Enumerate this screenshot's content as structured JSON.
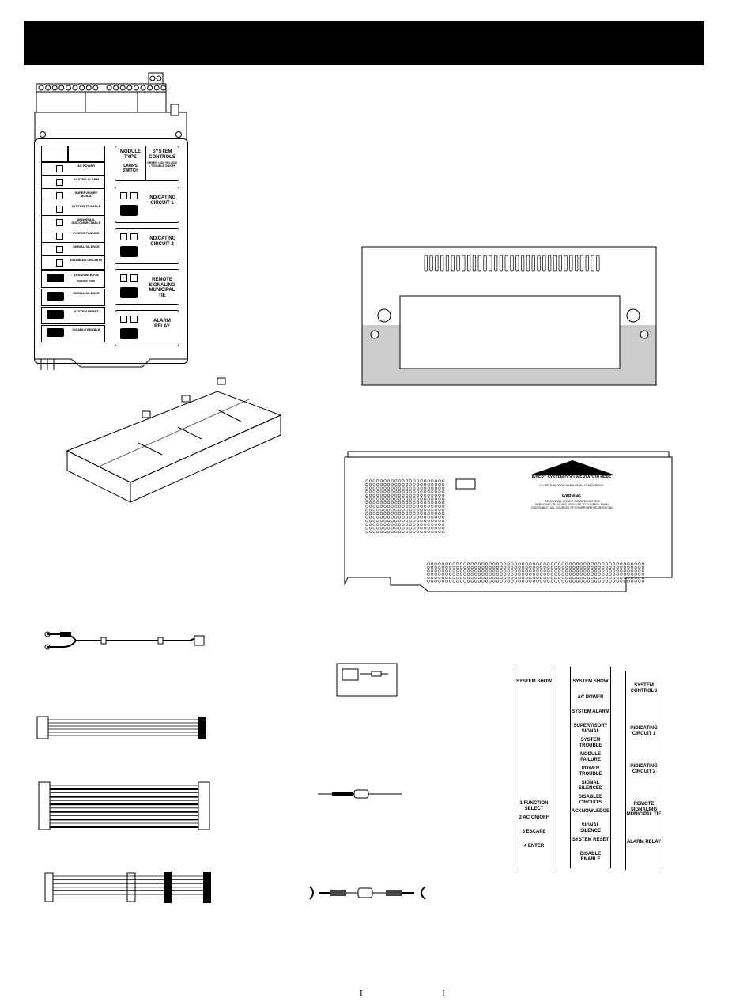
{
  "header": {
    "title": ""
  },
  "control_panel": {
    "lamp_rows": [
      {
        "label": "AC POWER",
        "kind": "lamp"
      },
      {
        "label": "SYSTEM ALARM",
        "kind": "lamp"
      },
      {
        "label": "SUPERVISORY SIGNAL",
        "kind": "lamp"
      },
      {
        "label": "SYSTEM TROUBLE",
        "kind": "lamp"
      },
      {
        "label": "ABNORMAL DISCONNECTABLE",
        "kind": "lamp"
      },
      {
        "label": "POWER FAILURE",
        "kind": "lamp"
      },
      {
        "label": "SIGNAL SILENCE",
        "kind": "lamp"
      },
      {
        "label": "DISABLED CIRCUITS",
        "kind": "lamp"
      },
      {
        "label": "ACKNOWLEDGE",
        "sub": "SILENCE TONE",
        "kind": "button"
      },
      {
        "label": "SIGNAL SILENCE",
        "kind": "button"
      },
      {
        "label": "SYSTEM RESET",
        "kind": "button"
      },
      {
        "label": "DISABLE ENABLE",
        "kind": "button"
      }
    ],
    "module_header_left": "MODULE TYPE",
    "module_header_left_sub": "LAMPS SWITCH",
    "module_header_right": "SYSTEM CONTROLS",
    "module_header_right_sub": "GREEN = ON YELLOW = TROUBLE ON/OFF",
    "modules": [
      {
        "label": "INDICATING CIRCUIT 1"
      },
      {
        "label": "INDICATING CIRCUIT 2"
      },
      {
        "label": "REMOTE SIGNALING MUNICIPAL TIE"
      },
      {
        "label": "ALARM RELAY"
      }
    ]
  },
  "circuit_board": {
    "arrow_caption": "INSERT SYSTEM DOCUMENTATION HERE",
    "caption_sub": "CLOSE THIS DOOR WHEN PANEL IS IN SERVICE",
    "warning_title": "WARNING",
    "warning_lines": [
      "REMOVE ALL POWER SOURCES BEFORE",
      "SERVICING OR ADDING MODULES TO CONTROL PANEL",
      "DISCONNECT ALL SOURCES OF POWER BEFORE SERVICING"
    ]
  },
  "label_strips": {
    "strip_a": {
      "title": "SYSTEM SHOW",
      "items": [
        "1 FUNCTION SELECT",
        "2 AC ON/OFF",
        "3 ESCAPE",
        "4 ENTER"
      ]
    },
    "strip_b": {
      "title": "SYSTEM SHOW",
      "items": [
        "AC POWER",
        "SYSTEM ALARM",
        "SUPERVISORY SIGNAL",
        "SYSTEM TROUBLE",
        "MODULE FAILURE",
        "POWER TROUBLE",
        "SIGNAL SILENCED",
        "DISABLED CIRCUITS",
        "ACKNOWLEDGE",
        "SIGNAL SILENCE",
        "SYSTEM RESET",
        "DISABLE ENABLE"
      ]
    },
    "strip_c": {
      "title": "SYSTEM CONTROLS",
      "items": [
        "INDICATING CIRCUIT 1",
        "INDICATING CIRCUIT 2",
        "REMOTE SIGNALING MUNICIPAL TIE",
        "ALARM RELAY"
      ]
    }
  },
  "footer": {
    "mark_left": "I",
    "mark_right": "I"
  }
}
